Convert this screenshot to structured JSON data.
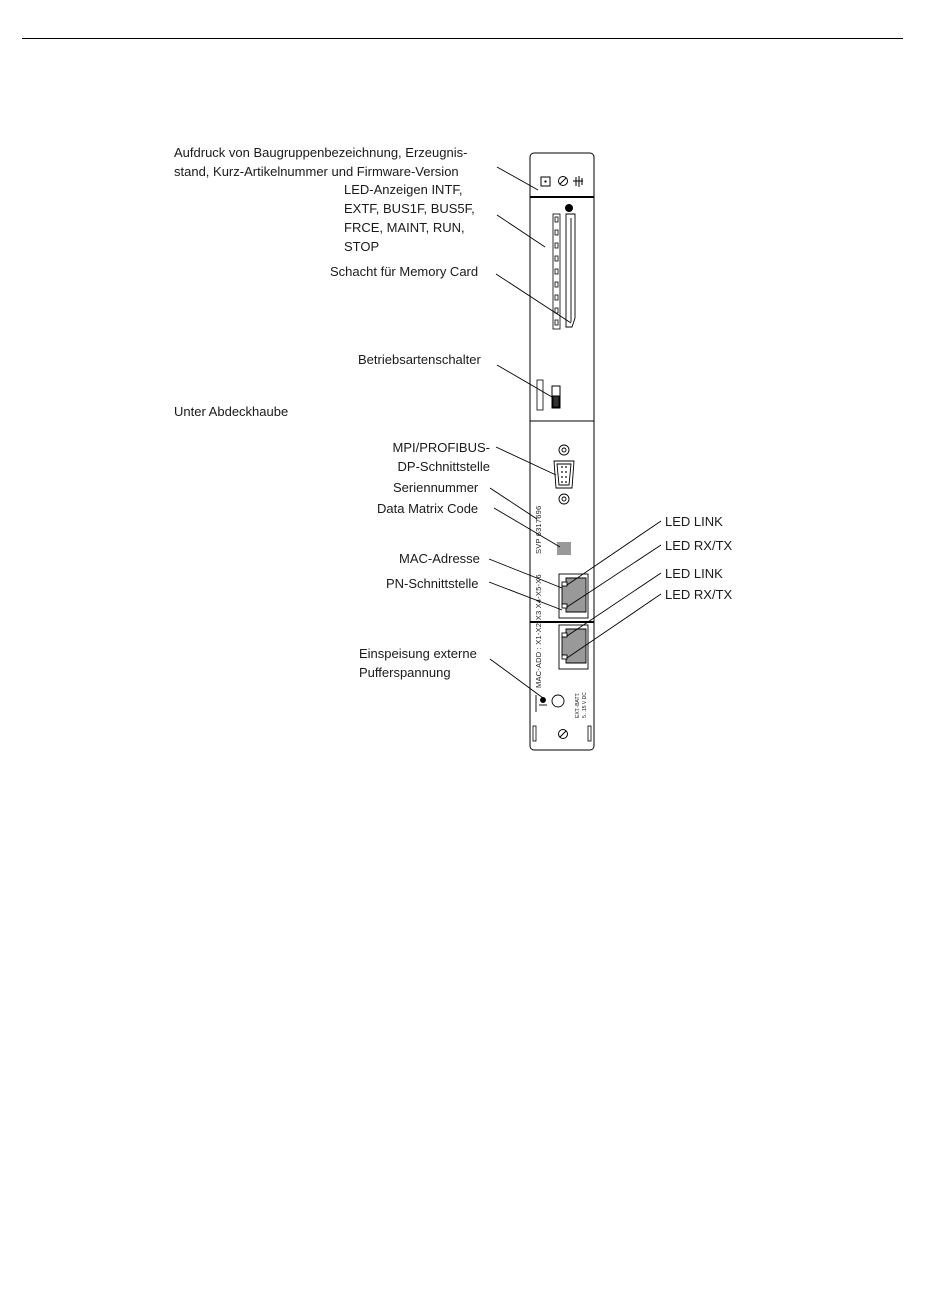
{
  "labels": {
    "imprint": [
      "Aufdruck von Baugruppenbezeichnung, Erzeugnis-",
      "stand, Kurz-Artikelnummer und Firmware-Version"
    ],
    "led_indicators": [
      "LED-Anzeigen INTF,",
      "EXTF, BUS1F, BUS5F,",
      "FRCE, MAINT, RUN,",
      "STOP"
    ],
    "memory_card": "Schacht für Memory Card",
    "mode_switch": "Betriebsartenschalter",
    "under_cover": "Unter Abdeckhaube",
    "mpi_profibus": [
      "MPI/PROFIBUS-",
      "DP-Schnittstelle"
    ],
    "serial_number": "Seriennummer",
    "data_matrix": "Data Matrix Code",
    "mac_address": "MAC-Adresse",
    "pn_interface": "PN-Schnittstelle",
    "ext_backup": [
      "Einspeisung externe",
      "Pufferspannung"
    ],
    "led_link_1": "LED LINK",
    "led_rxtx_1": "LED RX/TX",
    "led_link_2": "LED LINK",
    "led_rxtx_2": "LED RX/TX"
  },
  "module_print": {
    "serial": "SVP 6317696",
    "mac": "MAC-ADD : X1-X2-X3 X4-X5-X6",
    "ext_batt": "EXT.-BATT.",
    "ext_batt_voltage": "5...15 V DC"
  }
}
